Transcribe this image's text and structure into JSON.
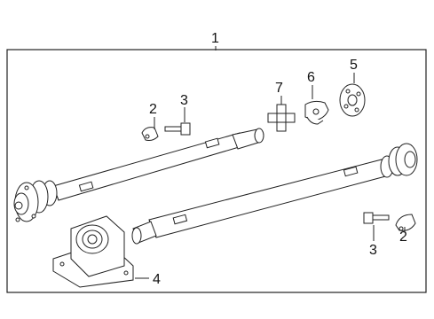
{
  "diagram": {
    "title_number": "1",
    "callouts": [
      "2",
      "3",
      "7",
      "6",
      "5",
      "2",
      "3",
      "4"
    ],
    "parts": [
      {
        "name": "driveshaft-assembly-icon"
      },
      {
        "name": "bracket-clip-icon"
      },
      {
        "name": "bolt-icon"
      },
      {
        "name": "universal-joint-icon"
      },
      {
        "name": "yoke-flange-icon"
      },
      {
        "name": "flex-disc-icon"
      },
      {
        "name": "center-support-bearing-icon"
      }
    ]
  }
}
